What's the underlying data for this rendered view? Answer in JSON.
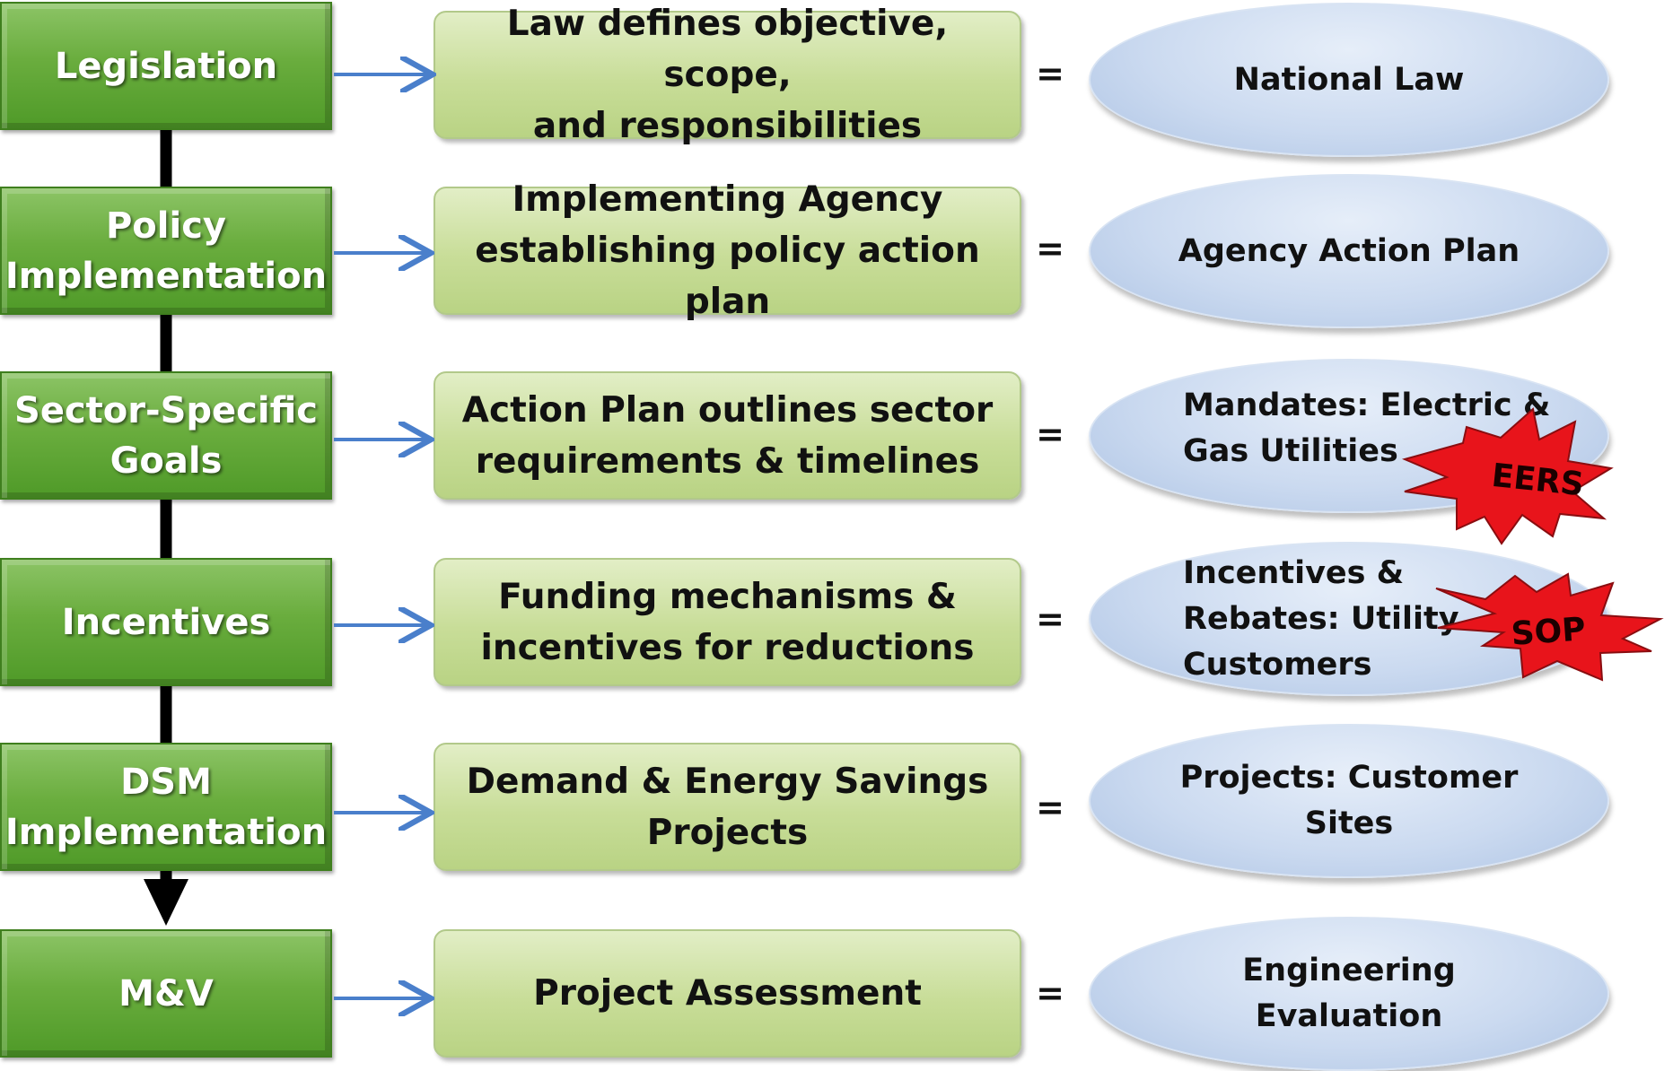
{
  "stages": [
    {
      "label": "Legislation"
    },
    {
      "label": "Policy\nImplementation"
    },
    {
      "label": "Sector-Specific\nGoals"
    },
    {
      "label": "Incentives"
    },
    {
      "label": "DSM\nImplementation"
    },
    {
      "label": "M&V"
    }
  ],
  "descriptions": [
    "Law defines objective, scope,\nand responsibilities",
    "Implementing Agency\nestablishing policy action plan",
    "Action Plan outlines sector\nrequirements & timelines",
    "Funding mechanisms &\nincentives for reductions",
    "Demand & Energy Savings\nProjects",
    "Project Assessment"
  ],
  "equals": "=",
  "outcomes": [
    "National Law",
    "Agency Action Plan",
    "Mandates: Electric &\nGas Utilities",
    "Incentives &\nRebates: Utility\nCustomers",
    "Projects: Customer\nSites",
    "Engineering\nEvaluation"
  ],
  "badges": {
    "eers": "EERS",
    "sop": "SOP"
  },
  "colors": {
    "stage_green": "#6aad3e",
    "desc_green": "#c8dd98",
    "outcome_blue": "#cbdaf0",
    "arrow_blue": "#4a7fcb",
    "badge_red": "#e8141b"
  }
}
